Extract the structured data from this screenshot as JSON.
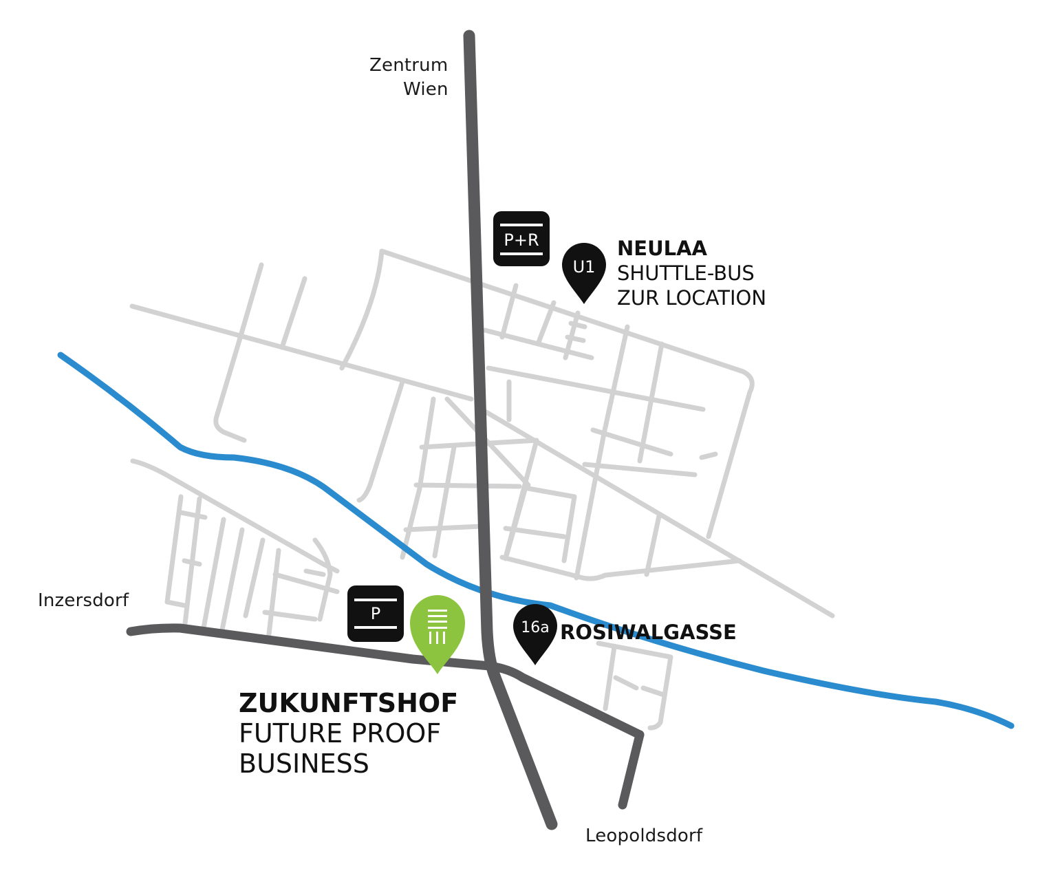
{
  "colors": {
    "background": "#ffffff",
    "minor_roads": "#d2d2d2",
    "major_roads": "#5a5a5c",
    "river": "#2a8ccf",
    "venue_marker": "#8cc43f",
    "markers": "#111111"
  },
  "places": {
    "zentrum_line1": "Zentrum",
    "zentrum_line2": "Wien",
    "inzersdorf": "Inzersdorf",
    "leopoldsdorf": "Leopoldsdorf"
  },
  "parking": {
    "park_and_ride_label": "P+R",
    "parking_label": "P"
  },
  "stops": {
    "u1": {
      "marker_label": "U1",
      "title": "NEULAA",
      "line1": "SHUTTLE-BUS",
      "line2": "ZUR LOCATION"
    },
    "bus": {
      "marker_label": "16a",
      "title": "ROSIWALGASSE"
    }
  },
  "venue": {
    "icon": "building-columns-icon",
    "title": "ZUKUNFTSHOF",
    "line1": "FUTURE PROOF",
    "line2": "BUSINESS"
  }
}
